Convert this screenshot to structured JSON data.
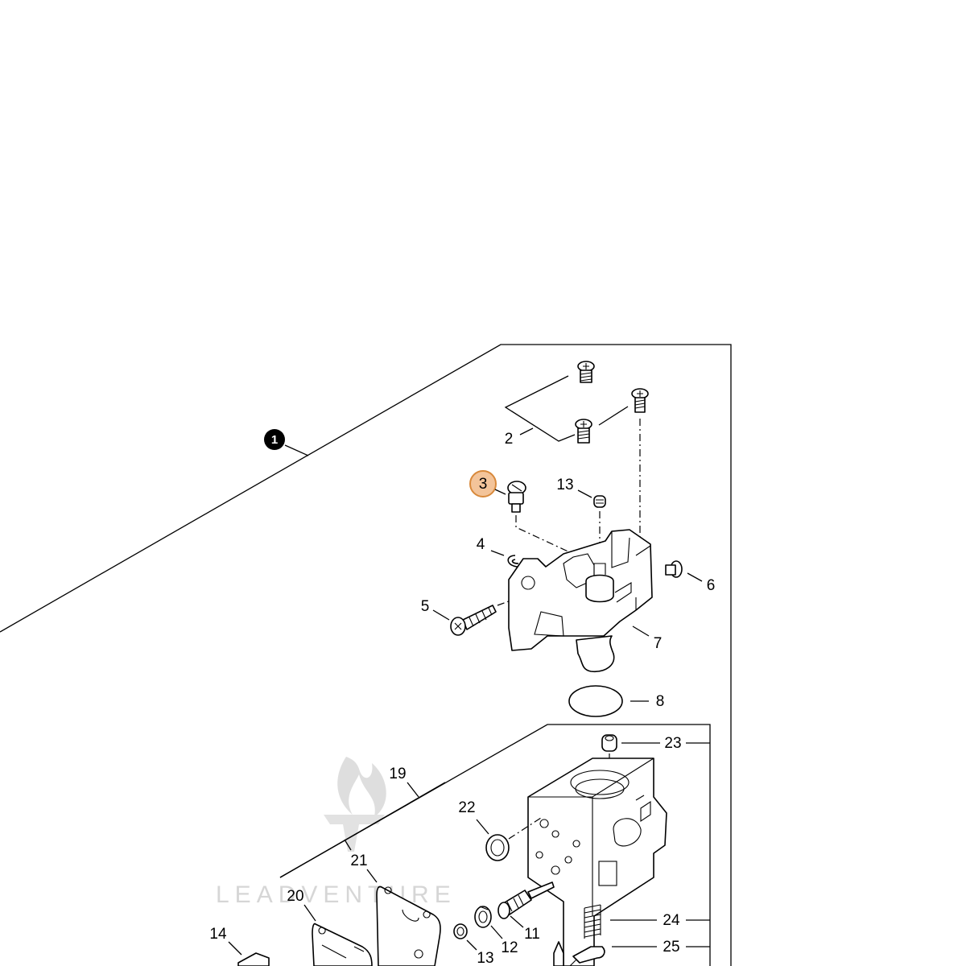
{
  "diagram": {
    "assembly_badge": "1",
    "highlight_color": "#f3c49a",
    "highlight_stroke": "#d8893b",
    "watermark": "LEADVENTURE",
    "labels": {
      "p2": "2",
      "p3": "3",
      "p4": "4",
      "p5": "5",
      "p6": "6",
      "p7": "7",
      "p8": "8",
      "p11": "11",
      "p12": "12",
      "p13a": "13",
      "p13b": "13",
      "p14": "14",
      "p19": "19",
      "p20": "20",
      "p21": "21",
      "p22": "22",
      "p23": "23",
      "p24": "24",
      "p25": "25"
    }
  }
}
